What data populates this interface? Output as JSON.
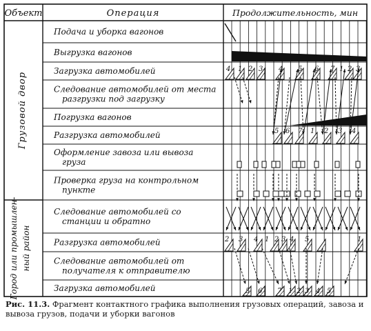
{
  "headers": {
    "object": "Объект",
    "operation": "Операция",
    "duration": "Продолжительность, мин"
  },
  "objects": [
    {
      "label": "Грузовой двор"
    },
    {
      "label": "Город или промышлен-ный район"
    }
  ],
  "operations": [
    "Подача и уборка вагонов",
    "Выгрузка вагонов",
    "Загрузка автомобилей",
    "Следование автомобилей от места разгрузки под загрузку",
    "Погрузка вагонов",
    "Разгрузка автомобилей",
    "Оформление завоза или вывоза груза",
    "Проверка груза на контрольном пункте",
    "Следование автомобилей со станции и обратно",
    "Разгрузка автомобилей",
    "Следование автомобилей от получателя к отправителю",
    "Загрузка автомобилей"
  ],
  "vehicle_numbers": {
    "row3": [
      "4",
      "1",
      "2",
      "3",
      "4",
      "5",
      "6",
      "7",
      "1",
      "2",
      "3"
    ],
    "row6": [
      "5",
      "6",
      "7",
      "1",
      "2",
      "3",
      "4"
    ],
    "row10": [
      "2",
      "3",
      "4",
      "1",
      "2",
      "3",
      "4",
      "5",
      "1"
    ],
    "row12": [
      "5",
      "6",
      "7",
      "1",
      "2",
      "3",
      "4",
      "5"
    ]
  },
  "caption": {
    "label": "Рис. 11.3.",
    "text": "Фрагмент контактного графика выполнения грузовых операций, завоза и вывоза грузов, подачи и уборки вагонов"
  }
}
